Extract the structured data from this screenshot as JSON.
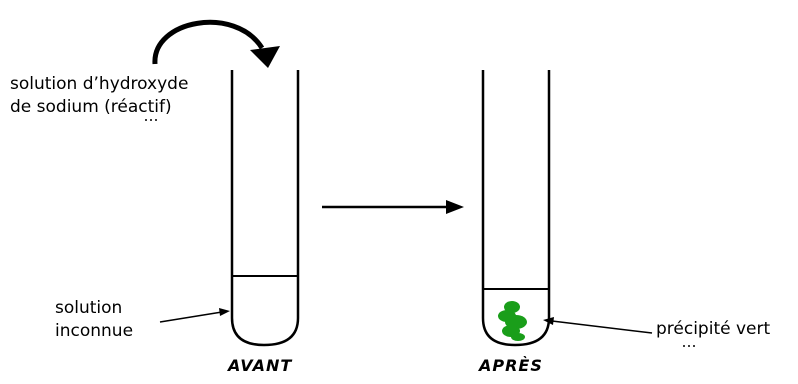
{
  "labels": {
    "reagent_line1": "solution d’hydroxyde",
    "reagent_line2": "de sodium (réactif)",
    "unknown_line1": "solution",
    "unknown_line2": "inconnue",
    "precipitate": "précipité vert",
    "before": "AVANT",
    "after": "APRÈS"
  },
  "colors": {
    "ink": "#000000",
    "precipitate": "#1a9e1a"
  }
}
